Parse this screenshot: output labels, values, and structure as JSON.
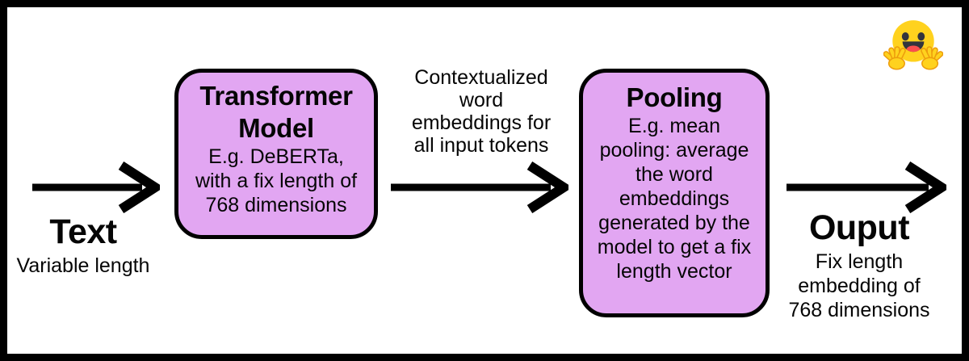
{
  "diagram": {
    "input": {
      "title": "Text",
      "subtitle": "Variable length"
    },
    "transformer_box": {
      "title": "Transformer\nModel",
      "body": "E.g. DeBERTa,\nwith a fix length of\n768 dimensions"
    },
    "arrow_label": "Contextualized\nword\nembeddings for\nall input tokens",
    "pooling_box": {
      "title": "Pooling",
      "body": "E.g. mean\npooling: average\nthe word\nembeddings\ngenerated by the\nmodel to get a fix\nlength vector"
    },
    "output": {
      "title": "Ouput",
      "subtitle": "Fix length\nembedding of\n768 dimensions"
    }
  },
  "icons": {
    "hugging_face": "hugging-face-emoji"
  },
  "colors": {
    "box_fill": "#e2a6f2",
    "box_border": "#000000",
    "arrow_color": "#000000",
    "text_color": "#050505",
    "canvas_border": "#000000",
    "emoji_yellow": "#ffd21e",
    "emoji_hand_stroke": "#ed9d0c",
    "emoji_face_features": "#33343d",
    "emoji_tongue": "#fb4e4e"
  }
}
